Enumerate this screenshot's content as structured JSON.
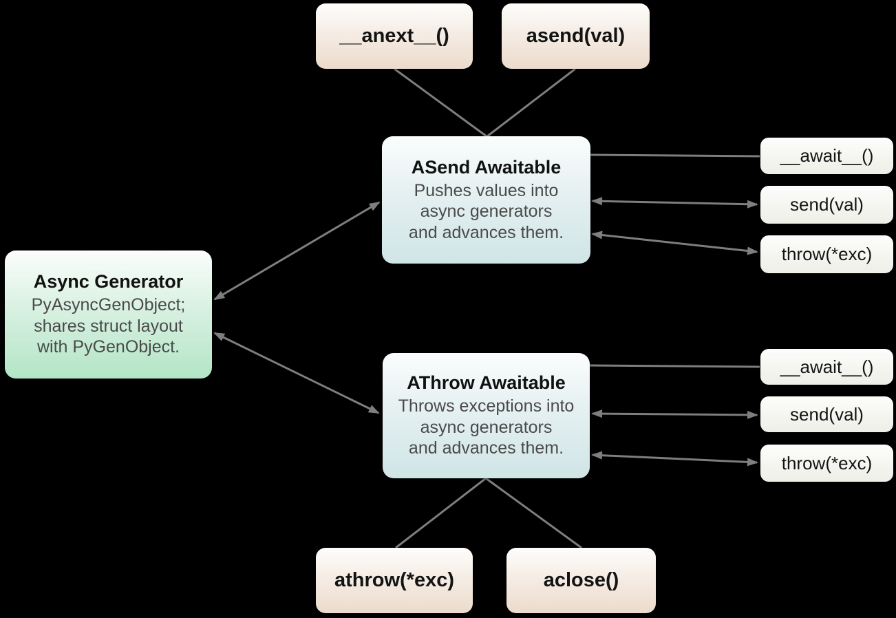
{
  "colors": {
    "background": "#000000",
    "edge": "#7e7e7e",
    "beige_box_bottom": "#ecdbcc",
    "blue_box_bottom": "#d0e5e6",
    "green_box_bottom": "#b3e5c6",
    "plain_box_bottom": "#efefe8",
    "title_text": "#111111",
    "desc_text": "#4a4a4a"
  },
  "nodes": {
    "anext": {
      "label": "__anext__()"
    },
    "asend": {
      "label": "asend(val)"
    },
    "asend_awaitable": {
      "title": "ASend Awaitable",
      "desc": [
        "Pushes values into",
        "async generators",
        "and advances them."
      ]
    },
    "async_generator": {
      "title": "Async Generator",
      "desc": [
        "PyAsyncGenObject;",
        "shares struct layout",
        "with PyGenObject."
      ]
    },
    "athrow_awaitable": {
      "title": "AThrow Awaitable",
      "desc": [
        "Throws exceptions into",
        "async generators",
        "and advances them."
      ]
    },
    "asend_methods": {
      "await": "__await__()",
      "send": "send(val)",
      "throw": "throw(*exc)"
    },
    "athrow_methods": {
      "await": "__await__()",
      "send": "send(val)",
      "throw": "throw(*exc)"
    },
    "athrow_exc": {
      "label": "athrow(*exc)"
    },
    "aclose": {
      "label": "aclose()"
    }
  },
  "edges": [
    {
      "from": "anext",
      "to": "asend_awaitable",
      "arrows": "none"
    },
    {
      "from": "asend",
      "to": "asend_awaitable",
      "arrows": "none"
    },
    {
      "from": "asend_awaitable",
      "to": "asend_methods.await",
      "arrows": "none"
    },
    {
      "from": "asend_awaitable",
      "to": "asend_methods.send",
      "arrows": "both"
    },
    {
      "from": "asend_awaitable",
      "to": "asend_methods.throw",
      "arrows": "both"
    },
    {
      "from": "async_generator",
      "to": "asend_awaitable",
      "arrows": "both"
    },
    {
      "from": "async_generator",
      "to": "athrow_awaitable",
      "arrows": "both"
    },
    {
      "from": "athrow_awaitable",
      "to": "athrow_methods.await",
      "arrows": "none"
    },
    {
      "from": "athrow_awaitable",
      "to": "athrow_methods.send",
      "arrows": "both"
    },
    {
      "from": "athrow_awaitable",
      "to": "athrow_methods.throw",
      "arrows": "both"
    },
    {
      "from": "athrow_awaitable",
      "to": "athrow_exc",
      "arrows": "none"
    },
    {
      "from": "athrow_awaitable",
      "to": "aclose",
      "arrows": "none"
    }
  ]
}
